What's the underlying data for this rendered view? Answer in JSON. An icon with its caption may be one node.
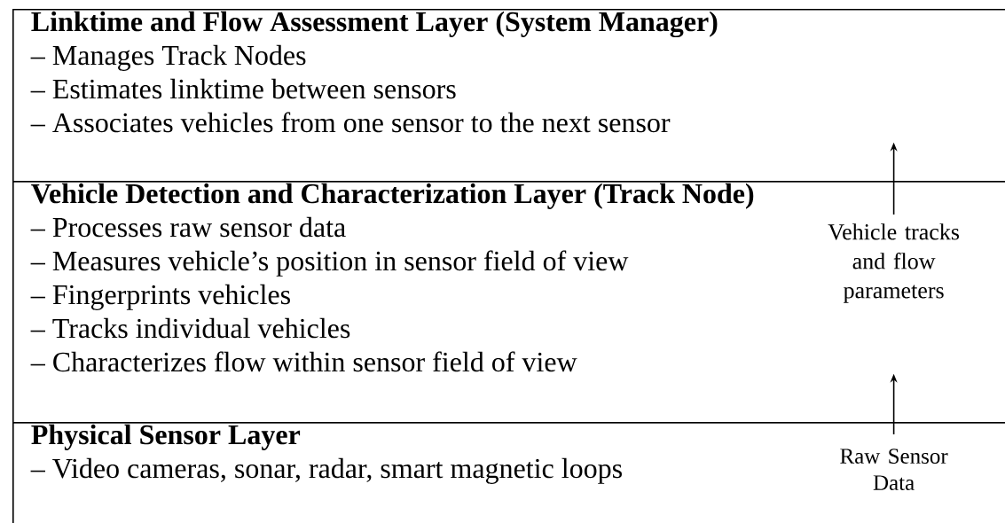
{
  "diagram": {
    "nodes": [
      {
        "text": [
          "Linktime and Flow Assessment Layer (System Manager)",
          "– Manages Track Nodes",
          "– Estimates linktime between sensors",
          "– Associates vehicles from one sensor to the next sensor"
        ]
      },
      {
        "text": [
          "Vehicle Detection and Characterization Layer (Track Node)",
          "– Processes raw sensor data",
          "– Measures vehicle’s position in sensor field of view",
          "– Fingerprints vehicles",
          "– Tracks individual vehicles",
          "– Characterizes flow within sensor field of view"
        ]
      },
      {
        "text": [
          "Physical Sensor Layer",
          "– Video cameras, sonar, radar, smart magnetic loops"
        ]
      },
      {
        "text": [
          "Vehicle tracks and flow parameters"
        ],
        "in": 1
      },
      {
        "text": [
          "Raw Sensor Data"
        ],
        "in": 2
      }
    ],
    "edges": [
      {
        "from": 3,
        "to": 0,
        "arrow": "to"
      },
      {
        "from": 4,
        "to": 1,
        "arrow": "to"
      }
    ]
  }
}
